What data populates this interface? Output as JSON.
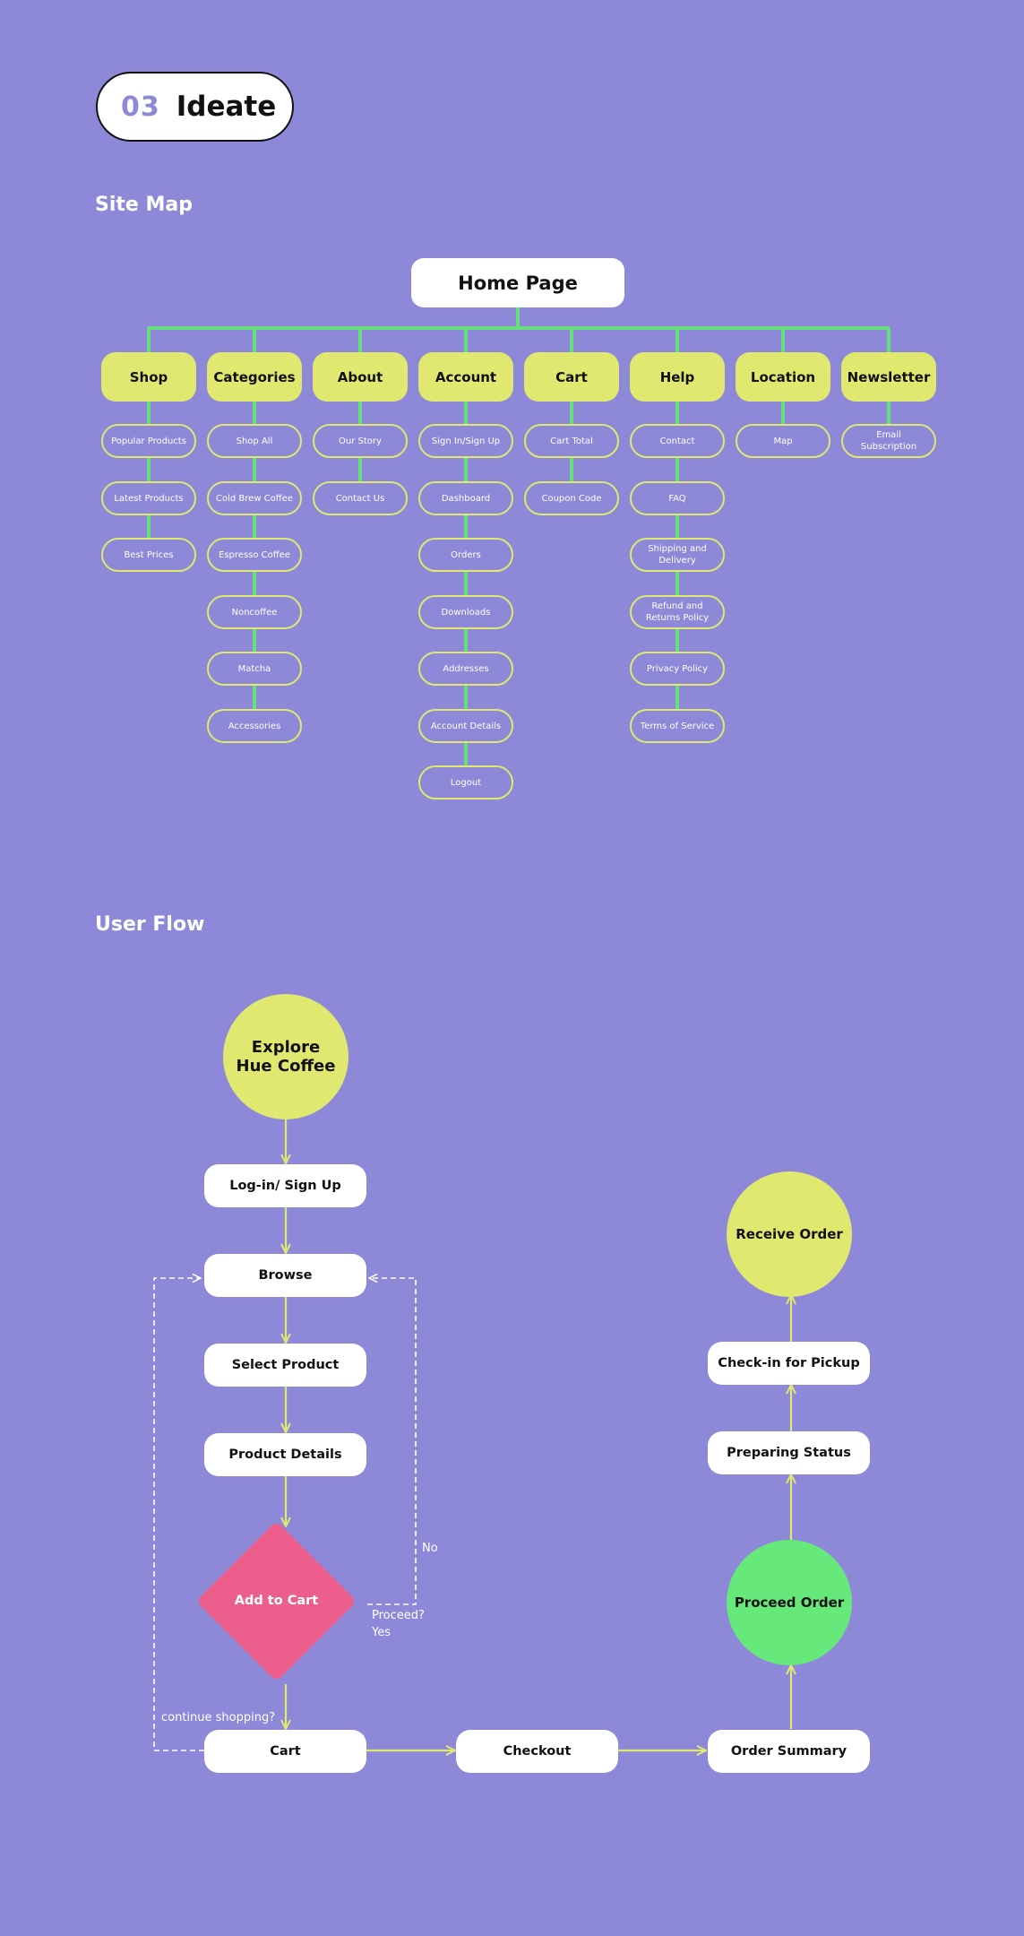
{
  "header": {
    "number": "03",
    "title": "Ideate"
  },
  "site_map": {
    "heading": "Site Map",
    "root": "Home Page",
    "categories": [
      {
        "label": "Shop",
        "items": [
          "Popular Products",
          "Latest Products",
          "Best Prices"
        ]
      },
      {
        "label": "Categories",
        "items": [
          "Shop All",
          "Cold Brew Coffee",
          "Espresso Coffee",
          "Noncoffee",
          "Matcha",
          "Accessories"
        ]
      },
      {
        "label": "About",
        "items": [
          "Our Story",
          "Contact Us"
        ]
      },
      {
        "label": "Account",
        "items": [
          "Sign In/Sign Up",
          "Dashboard",
          "Orders",
          "Downloads",
          "Addresses",
          "Account Details",
          "Logout"
        ]
      },
      {
        "label": "Cart",
        "items": [
          "Cart Total",
          "Coupon Code"
        ]
      },
      {
        "label": "Help",
        "items": [
          "Contact",
          "FAQ",
          "Shipping and Delivery",
          "Refund and Returns Policy",
          "Privacy Policy",
          "Terms of Service"
        ]
      },
      {
        "label": "Location",
        "items": [
          "Map"
        ]
      },
      {
        "label": "Newsletter",
        "items": [
          "Email Subscription"
        ]
      }
    ]
  },
  "user_flow": {
    "heading": "User Flow",
    "start": "Explore Hue Coffee",
    "login": "Log-in/ Sign Up",
    "browse": "Browse",
    "select_product": "Select Product",
    "product_details": "Product Details",
    "decision": "Add to Cart",
    "label_no": "No",
    "label_proceed": "Proceed?",
    "label_yes": "Yes",
    "label_continue": "continue shopping?",
    "cart": "Cart",
    "checkout": "Checkout",
    "order_summary": "Order Summary",
    "proceed_order": "Proceed Order",
    "preparing_status": "Preparing Status",
    "checkin": "Check-in for Pickup",
    "receive_order": "Receive Order"
  },
  "colors": {
    "background": "#8d89d8",
    "tree_line": "#66e07a",
    "lime": "#e0e870",
    "pink": "#ec5e8c",
    "green": "#66e87a",
    "white": "#ffffff"
  }
}
